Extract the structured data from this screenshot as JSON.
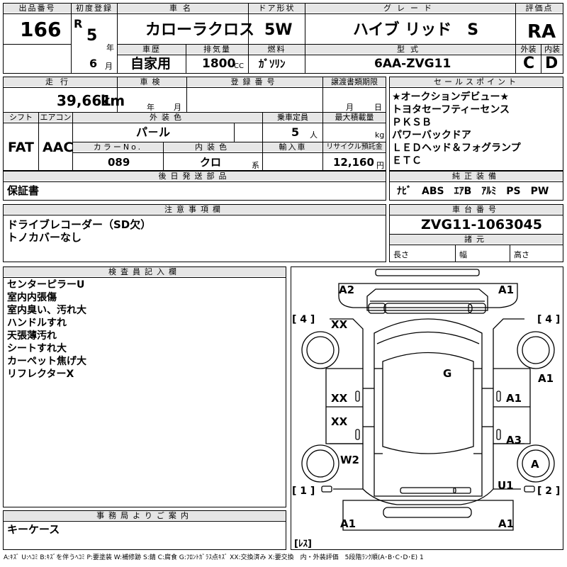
{
  "lot": {
    "label": "出品番号",
    "value": "166"
  },
  "first_reg": {
    "label": "初度登録",
    "era": "R",
    "year": "5",
    "year_unit": "年",
    "month": "6",
    "month_unit": "月"
  },
  "car_name": {
    "label": "車名",
    "value": "カローラクロス"
  },
  "door": {
    "label": "ドア形状",
    "value": "5W"
  },
  "grade": {
    "label": "グレード",
    "value": "ハイブ リッド　S"
  },
  "score": {
    "label": "評価点",
    "value": "RA"
  },
  "history": {
    "label": "車歴",
    "value": "自家用"
  },
  "displacement": {
    "label": "排気量",
    "value": "1800",
    "unit": "CC"
  },
  "fuel": {
    "label": "燃料",
    "value": "ｶﾞｿﾘﾝ"
  },
  "model": {
    "label": "型式",
    "value": "6AA-ZVG11"
  },
  "exterior_grade": {
    "label": "外装",
    "value": "C"
  },
  "interior_grade": {
    "label": "内装",
    "value": "D"
  },
  "mileage": {
    "label": "走行",
    "value": "39,661",
    "unit": "km"
  },
  "inspection": {
    "label": "車検",
    "year_unit": "年",
    "month_unit": "月"
  },
  "reg_number": {
    "label": "登録番号"
  },
  "transfer_deadline": {
    "label": "譲渡書類期限",
    "month_unit": "月",
    "day_unit": "日"
  },
  "shift": {
    "label": "シフト",
    "value": "FAT"
  },
  "aircon": {
    "label": "エアコン",
    "value": "AAC"
  },
  "ext_color": {
    "label": "外装色",
    "value": "パ－ル"
  },
  "capacity": {
    "label": "乗車定員",
    "value": "5",
    "unit": "人"
  },
  "max_load": {
    "label": "最大積載量",
    "unit": "kg"
  },
  "color_no": {
    "label": "カラーNo.",
    "value": "089"
  },
  "int_color": {
    "label": "内装色",
    "value": "クロ",
    "unit": "系"
  },
  "import": {
    "label": "輸入車"
  },
  "recycle": {
    "label": "リサイクル預託金",
    "value": "12,160",
    "unit": "円"
  },
  "sales_points": {
    "label": "セールスポイント",
    "items": [
      "★オークションデビュー★",
      "トヨタセーフティーセンス",
      "ＰＫＳＢ",
      "パワーバックドア",
      "ＬＥＤヘッド＆フォグランプ",
      "ＥＴＣ"
    ]
  },
  "later_parts": {
    "label": "後日発送部品",
    "value": "保証書"
  },
  "genuine_equipment": {
    "label": "純正装備",
    "value": "ﾅﾋﾞ　ABS　ｴｱB　ｱﾙﾐ　PS　PW"
  },
  "notes": {
    "label": "注意事項欄",
    "items": [
      "ドライブレコーダー（SD欠）",
      "トノカバーなし"
    ]
  },
  "chassis": {
    "label": "車台番号",
    "value": "ZVG11-1063045"
  },
  "specs": {
    "label": "諸元",
    "length": "長さ",
    "width": "幅",
    "height": "高さ"
  },
  "inspector": {
    "label": "検査員記入欄",
    "items": [
      "センターピラーU",
      "室内内張傷",
      "室内臭い、汚れ大",
      "ハンドルすれ",
      "天張薄汚れ",
      "シートすれ大",
      "カーペット焦げ大",
      "リフレクターX"
    ]
  },
  "office": {
    "label": "事務局よりご案内",
    "value": "キーケース"
  },
  "diagram": {
    "damage": [
      "A2",
      "A1",
      "XX",
      "A1",
      "G",
      "XX",
      "A1",
      "XX",
      "A3",
      "W2",
      "A",
      "U1",
      "A1",
      "A1"
    ],
    "tire_marks": [
      "[ 4 ]",
      "[ 4 ]",
      "[ 1 ]",
      "[ 2 ]",
      "[ﾚｽ]"
    ]
  },
  "legend": "A:ｷｽﾞ U:ﾍｺﾐ B:ｷｽﾞを伴うﾍｺﾐ P:要塗装 W:補修跡 S:錆 C:腐食 G:ﾌﾛﾝﾄｶﾞﾗｽ点ｷｽﾞ XX:交換済み X:要交換　内・外装評価　5段階ﾗﾝｸ順(A･B･C･D･E) 1"
}
